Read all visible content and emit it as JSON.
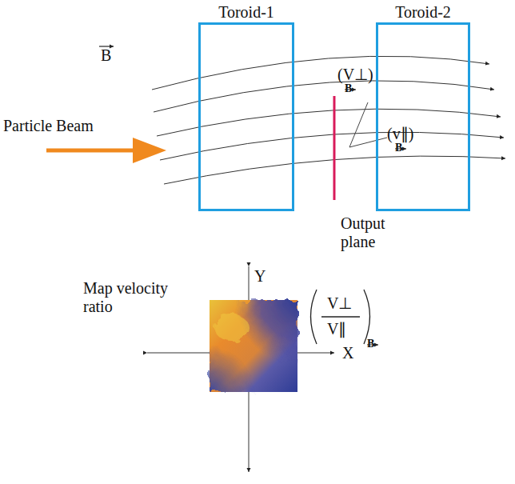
{
  "diagram": {
    "nodes": [
      {
        "text": [
          "Toroid-1"
        ]
      },
      {
        "text": [
          "Toroid-2"
        ]
      }
    ],
    "labels": [
      "B",
      "Particle Beam",
      "(V⊥)",
      "B",
      "(v∥)",
      "B",
      "Output plane",
      "Map velocity ratio",
      "Y",
      "X",
      "V⊥",
      "V∥",
      "B"
    ]
  }
}
